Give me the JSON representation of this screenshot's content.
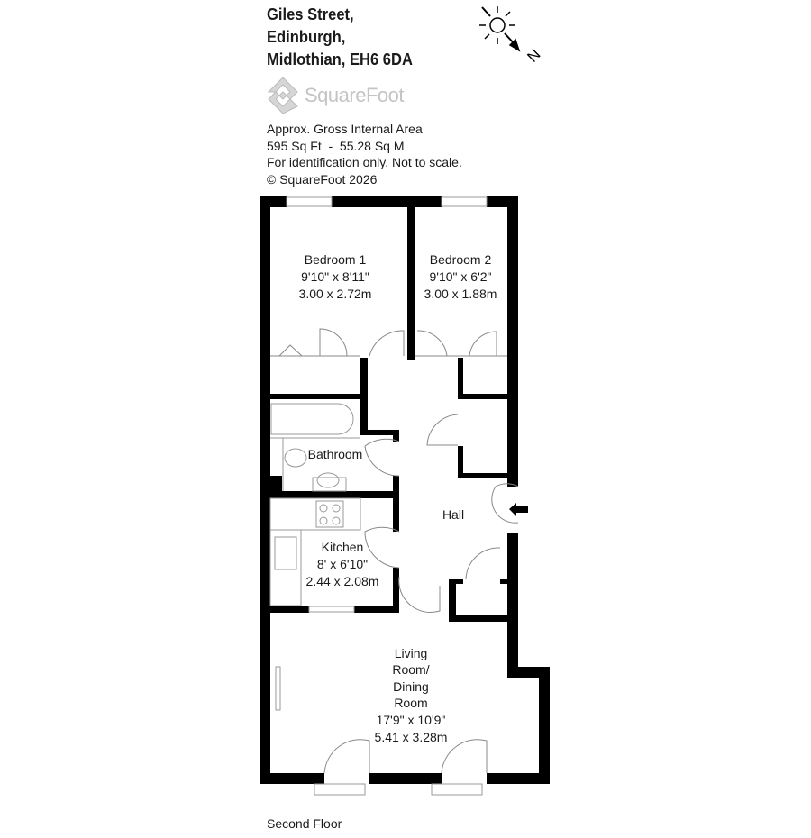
{
  "address": {
    "line1": "Giles Street,",
    "line2": "Edinburgh,",
    "line3": "Midlothian, EH6 6DA"
  },
  "logo": {
    "text": "SquareFoot",
    "icon": "squarefoot-diamond-logo"
  },
  "compass": {
    "label": "N",
    "icon": "sun-compass-icon"
  },
  "info": {
    "line1": "Approx. Gross Internal Area",
    "line2": "595 Sq Ft  -  55.28 Sq M",
    "line3": "For identification only. Not to scale.",
    "line4": "© SquareFoot 2026"
  },
  "rooms": {
    "bedroom1": {
      "name": "Bedroom 1",
      "imperial": "9'10\" x 8'11\"",
      "metric": "3.00 x 2.72m"
    },
    "bedroom2": {
      "name": "Bedroom 2",
      "imperial": "9'10\" x 6'2\"",
      "metric": "3.00 x 1.88m"
    },
    "bathroom": {
      "name": "Bathroom"
    },
    "hall": {
      "name": "Hall"
    },
    "kitchen": {
      "name": "Kitchen",
      "imperial": "8' x 6'10\"",
      "metric": "2.44 x 2.08m"
    },
    "living": {
      "name1": "Living",
      "name2": "Room/",
      "name3": "Dining",
      "name4": "Room",
      "imperial": "17'9\" x 10'9\"",
      "metric": "5.41 x 3.28m"
    }
  },
  "floor_label": "Second Floor",
  "colors": {
    "wall": "#000000",
    "logo": "#c4c4c4",
    "fixture": "#999999"
  }
}
